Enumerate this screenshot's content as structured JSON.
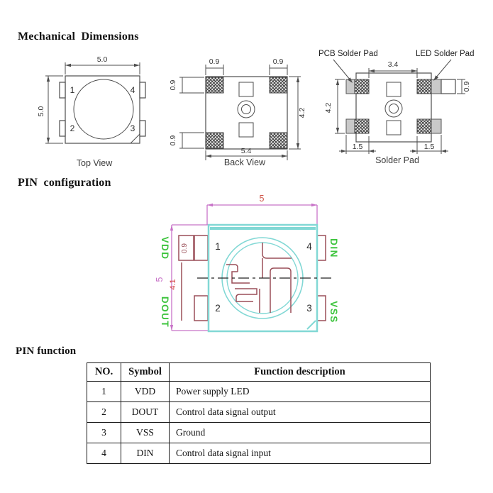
{
  "headings": {
    "mechanical": "Mechanical  Dimensions",
    "pin_configuration": "PIN  configuration",
    "pin_function": "PIN function"
  },
  "mech": {
    "top_view": {
      "caption": "Top View",
      "dim_top": "5.0",
      "dim_left": "5.0",
      "pin1": "1",
      "pin2": "2",
      "pin3": "3",
      "pin4": "4"
    },
    "back_view": {
      "caption": "Back View",
      "dim_bottom": "5.4",
      "dim_right": "4.2",
      "dim_pad_top_left": "0.9",
      "dim_pad_top_right": "0.9",
      "dim_pad_side_top": "0.9",
      "dim_pad_side_bottom": "0.9"
    },
    "solder_pad": {
      "caption": "Solder Pad",
      "pcb_label": "PCB Solder Pad",
      "led_label": "LED Solder Pad",
      "dim_top": "3.4",
      "dim_left": "4.2",
      "dim_bottom_left": "1.5",
      "dim_bottom_right": "1.5",
      "dim_right": "0.9"
    }
  },
  "pin_config": {
    "dim_top": "5",
    "dim_left": "5",
    "dim_body": "4.1",
    "dim_pin": "0.9",
    "pin1": "1",
    "pin2": "2",
    "pin3": "3",
    "pin4": "4",
    "vdd": "VDD",
    "dout": "DOUT",
    "din": "DIN",
    "vss": "VSS"
  },
  "pin_table": {
    "headers": [
      "NO.",
      "Symbol",
      "Function description"
    ],
    "rows": [
      {
        "no": "1",
        "symbol": "VDD",
        "description": "Power supply LED"
      },
      {
        "no": "2",
        "symbol": "DOUT",
        "description": "Control data signal output"
      },
      {
        "no": "3",
        "symbol": "VSS",
        "description": "Ground"
      },
      {
        "no": "4",
        "symbol": "DIN",
        "description": "Control data signal input"
      }
    ]
  },
  "colors": {
    "dimension_magenta": "#c873c8",
    "package_cyan": "#82d8d5",
    "trace_maroon": "#9a4f58",
    "pin_label_green": "#3ec43e",
    "dim_red": "#cf5548",
    "line_gray": "#4d4d4d"
  }
}
